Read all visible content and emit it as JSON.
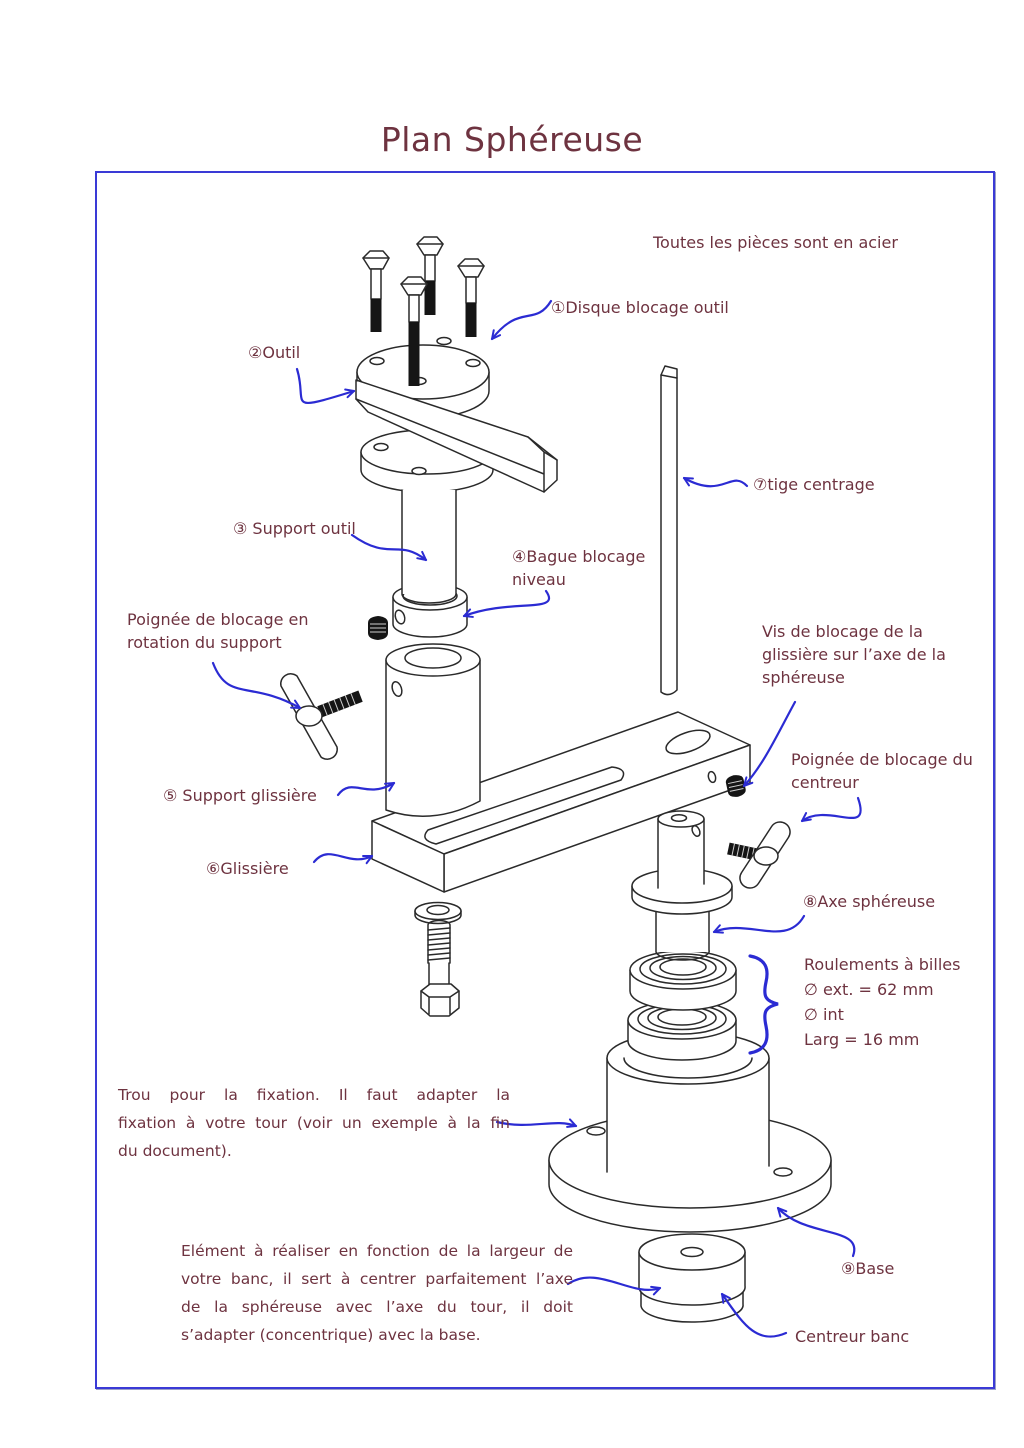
{
  "title": "Plan Sphéreuse",
  "note_material": "Toutes les pièces sont en acier",
  "part_labels": {
    "disque_blocage_outil": "①Disque blocage outil",
    "outil": "②Outil",
    "support_outil": "③ Support outil",
    "bague_blocage": [
      "④Bague blocage",
      "niveau"
    ],
    "tige_centrage": "⑦tige centrage",
    "support_glissiere": "⑤ Support glissière",
    "glissiere": "⑥Glissière",
    "axe_sphereuse": "⑧Axe sphéreuse",
    "base": "⑨Base",
    "centreur_banc": "Centreur banc"
  },
  "annotations": {
    "poignee_support": [
      "Poignée de blocage en",
      "rotation du support"
    ],
    "vis_blocage": [
      "Vis de blocage de la",
      "glissière sur l’axe de la",
      "sphéreuse"
    ],
    "poignee_centreur": [
      "Poignée de blocage du",
      "centreur"
    ],
    "roulements": [
      "Roulements à billes",
      "∅ ext. = 62 mm",
      "∅ int",
      "Larg = 16 mm"
    ],
    "trou_fixation": [
      "Trou pour la fixation. Il faut adapter la",
      "fixation à votre tour (voir un exemple à la fin",
      "du document)."
    ],
    "element_centreur": [
      "Elément à réaliser en fonction de la largeur de",
      "votre banc, il sert à centrer parfaitement l’axe",
      "de la sphéreuse avec l’axe du tour, il doit",
      "s’adapter (concentrique) avec la base."
    ]
  },
  "colors": {
    "text": "#6e3340",
    "line_art": "#2a2a2a",
    "accent_blue": "#2b2bd3",
    "border_blue": "#3a3ad6"
  }
}
